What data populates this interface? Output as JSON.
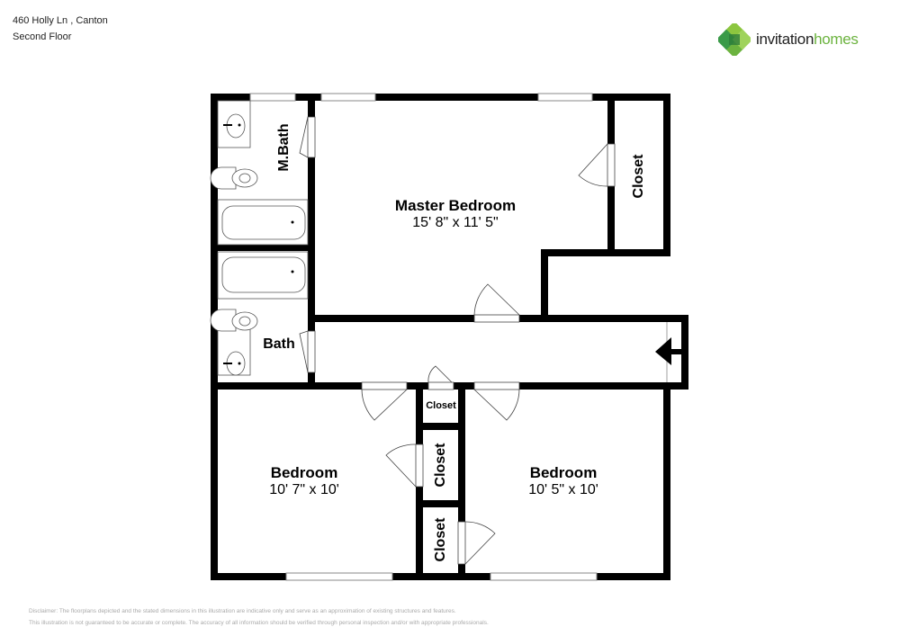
{
  "header": {
    "address": "460 Holly Ln , Canton",
    "floor": "Second Floor"
  },
  "logo": {
    "word1": "invitation",
    "word2": "homes",
    "icon": "clover-logo-icon",
    "colors": {
      "dark": "#222222",
      "green": "#6cb33f"
    }
  },
  "rooms": {
    "master_bedroom": {
      "name": "Master Bedroom",
      "dims": "15' 8\" x 11' 5\""
    },
    "master_bath": {
      "name": "M.Bath"
    },
    "bath": {
      "name": "Bath"
    },
    "master_closet": {
      "name": "Closet"
    },
    "hall_closet": {
      "name": "Closet"
    },
    "closet_mid": {
      "name": "Closet"
    },
    "closet_low": {
      "name": "Closet"
    },
    "bedroom_left": {
      "name": "Bedroom",
      "dims": "10' 7\" x 10'"
    },
    "bedroom_right": {
      "name": "Bedroom",
      "dims": "10' 5\" x 10'"
    }
  },
  "disclaimer": {
    "line1": "Disclaimer: The floorplans depicted and the stated dimensions in this illustration are indicative only and serve as an approximation of existing structures and features.",
    "line2": "This illustration is not guaranteed to be accurate or complete. The accuracy of all information should be verified through personal inspection and/or with appropriate professionals."
  }
}
